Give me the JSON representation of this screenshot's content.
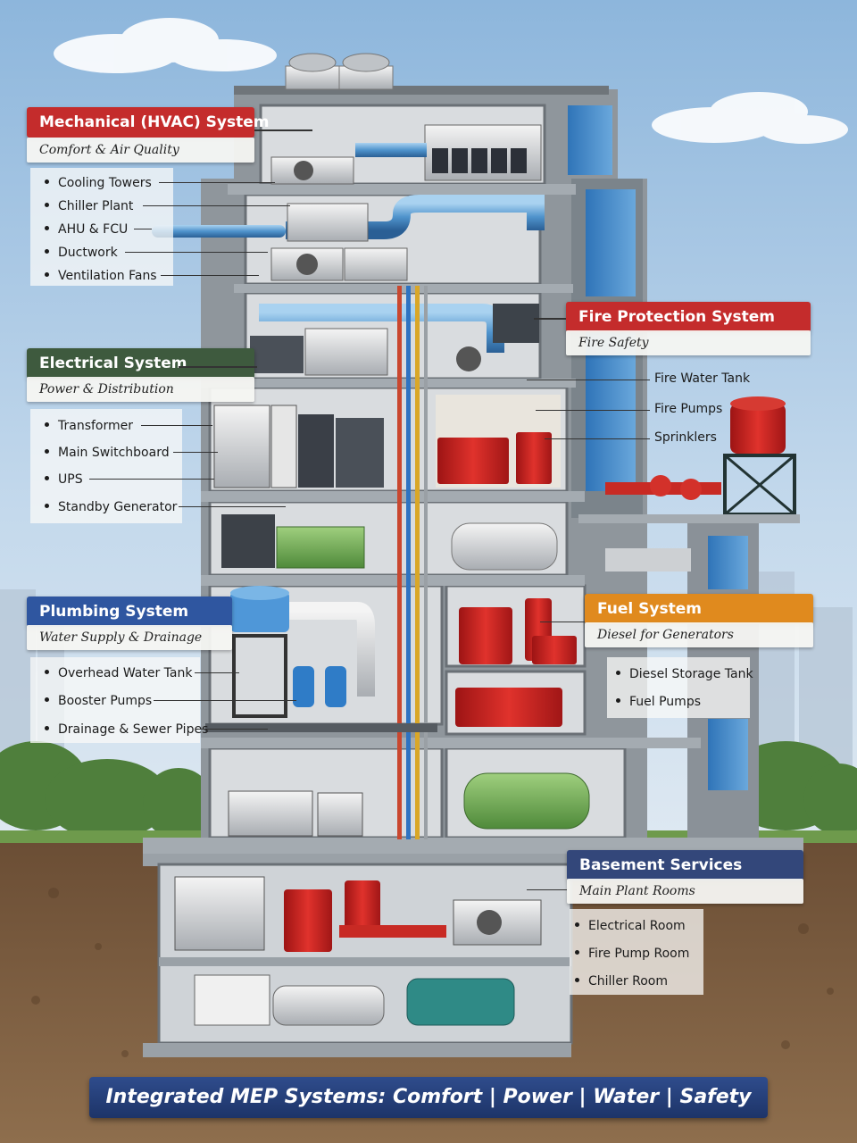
{
  "sections": {
    "hvac": {
      "title": "Mechanical (HVAC) System",
      "subtitle": "Comfort & Air Quality",
      "color": "#c42c2c",
      "items": [
        "Cooling Towers",
        "Chiller Plant",
        "AHU & FCU",
        "Ductwork",
        "Ventilation Fans"
      ]
    },
    "fire": {
      "title": "Fire Protection System",
      "subtitle": "Fire Safety",
      "color": "#c42c2c",
      "items": [
        "Fire Water Tank",
        "Fire Pumps",
        "Sprinklers"
      ]
    },
    "electrical": {
      "title": "Electrical System",
      "subtitle": "Power & Distribution",
      "color": "#3e5a3e",
      "items": [
        "Transformer",
        "Main Switchboard",
        "UPS",
        "Standby Generator"
      ]
    },
    "plumbing": {
      "title": "Plumbing System",
      "subtitle": "Water Supply & Drainage",
      "color": "#2f56a0",
      "items": [
        "Overhead Water Tank",
        "Booster Pumps",
        "Drainage & Sewer Pipes"
      ]
    },
    "fuel": {
      "title": "Fuel System",
      "subtitle": "Diesel for Generators",
      "color": "#e08a1e",
      "items": [
        "Diesel Storage Tank",
        "Fuel Pumps"
      ]
    },
    "basement": {
      "title": "Basement Services",
      "subtitle": "Main Plant Rooms",
      "color": "#33477a",
      "items": [
        "Electrical Room",
        "Fire Pump Room",
        "Chiller Room"
      ]
    }
  },
  "footer": "Integrated MEP Systems: Comfort | Power | Water | Safety"
}
